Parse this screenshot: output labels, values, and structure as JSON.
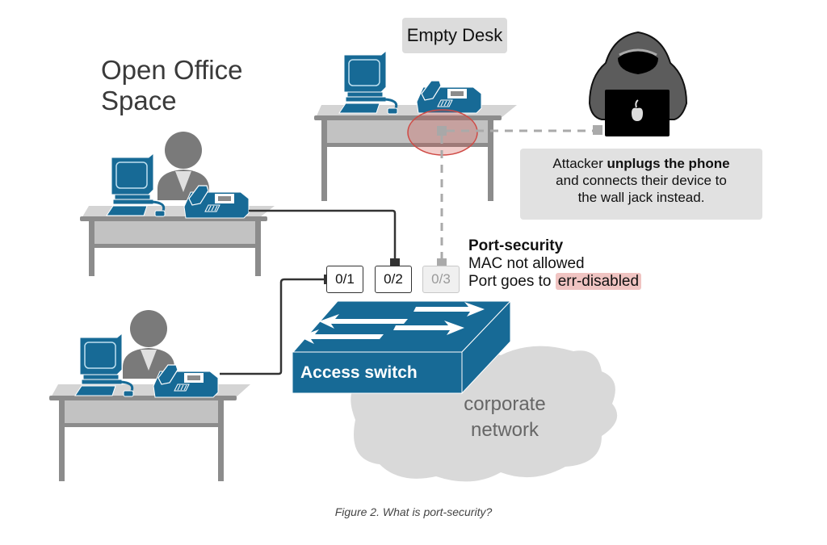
{
  "figure": {
    "title": "Open Office Space",
    "empty_desk_label": "Empty Desk",
    "attacker_note": {
      "prefix": "Attacker ",
      "bold": "unplugs the phone",
      "line2": "and connects their device to",
      "line3": "the wall jack instead."
    },
    "port_security": {
      "heading": "Port-security",
      "line1": "MAC not allowed",
      "line2_prefix": "Port goes to ",
      "line2_highlight": "err-disabled"
    },
    "ports": [
      {
        "label": "0/1",
        "state": "connected"
      },
      {
        "label": "0/2",
        "state": "connected"
      },
      {
        "label": "0/3",
        "state": "err-disabled"
      }
    ],
    "switch_label": "Access switch",
    "cloud_label_line1": "corporate",
    "cloud_label_line2": "network",
    "caption": "Figure 2. What is port-security?",
    "colors": {
      "device_blue": "#176a96",
      "desk_gray": "#8c8c8c",
      "desk_top": "#d4d4d4",
      "person_gray": "#7a7a7a",
      "cloud_gray": "#d9d9d9",
      "highlight_red": "#f0c4c2",
      "circle_red": "#cf4a45"
    },
    "icons": [
      "desktop-computer-icon",
      "ip-phone-icon",
      "person-icon",
      "hacker-icon",
      "laptop-icon",
      "apple-logo-icon",
      "switch-icon",
      "cloud-icon",
      "wall-jack-icon"
    ]
  }
}
